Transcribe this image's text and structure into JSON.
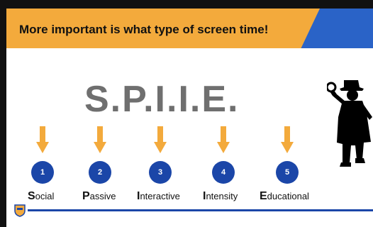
{
  "banner": {
    "title": "More important is what type of screen time!"
  },
  "heading": "S.P.I.I.E.",
  "items": [
    {
      "number": "1",
      "first": "S",
      "rest": "ocial"
    },
    {
      "number": "2",
      "first": "P",
      "rest": "assive"
    },
    {
      "number": "3",
      "first": "I",
      "rest": "nteractive"
    },
    {
      "number": "4",
      "first": "I",
      "rest": "ntensity"
    },
    {
      "number": "5",
      "first": "E",
      "rest": "ducational"
    }
  ],
  "colors": {
    "banner": "#f3aa3c",
    "top_bar": "#2a63c7",
    "circle": "#1b46a8",
    "arrow": "#f3aa3c",
    "heading": "#6f6f6f"
  },
  "icons": [
    "down-arrow-icon",
    "detective-silhouette-icon",
    "shield-logo-icon"
  ]
}
